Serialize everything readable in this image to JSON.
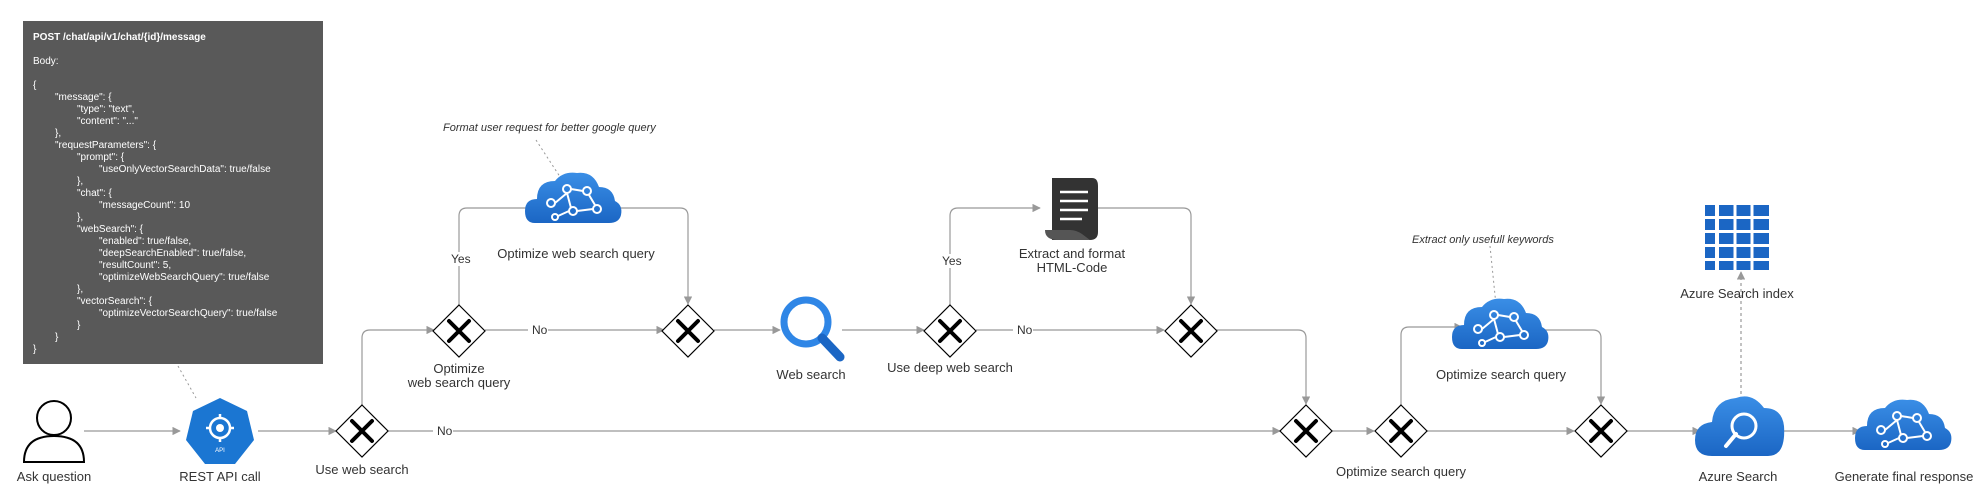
{
  "request_box": {
    "title": "POST /chat/api/v1/chat/{id}/message",
    "lines": [
      "Body:",
      "",
      "{",
      "\"message\": {",
      "\"type\": \"text\",",
      "\"content\": \"...\"",
      "},",
      "\"requestParameters\": {",
      "\"prompt\": {",
      "\"useOnlyVectorSearchData\": true/false",
      "},",
      "\"chat\": {",
      "\"messageCount\": 10",
      "},",
      "\"webSearch\": {",
      "\"enabled\": true/false,",
      "\"deepSearchEnabled\": true/false,",
      "\"resultCount\": 5,",
      "\"optimizeWebSearchQuery\": true/false",
      "},",
      "\"vectorSearch\": {",
      "\"optimizeVectorSearchQuery\": true/false",
      "}",
      "}",
      "}"
    ]
  },
  "nodes": {
    "ask_question": "Ask question",
    "rest_api_call": "REST API call",
    "api_badge": "API",
    "use_web_search": "Use web search",
    "optimize_web_query_gateway_line1": "Optimize",
    "optimize_web_query_gateway_line2": "web search query",
    "optimize_web_search_query": "Optimize web search query",
    "web_search": "Web search",
    "use_deep_web_search": "Use deep web search",
    "extract_format_line1": "Extract and format",
    "extract_format_line2": "HTML-Code",
    "optimize_search_query_gateway": "Optimize search query",
    "optimize_search_query": "Optimize search query",
    "azure_search": "Azure Search",
    "azure_search_index": "Azure Search index",
    "generate_final_response": "Generate final response"
  },
  "notes": {
    "format_request": "Format user request for better google query",
    "extract_keywords": "Extract only usefull keywords"
  },
  "edge_labels": {
    "yes": "Yes",
    "no": "No"
  },
  "colors": {
    "blue": "#1b76d2",
    "code_bg": "#595959",
    "line": "#999999"
  }
}
